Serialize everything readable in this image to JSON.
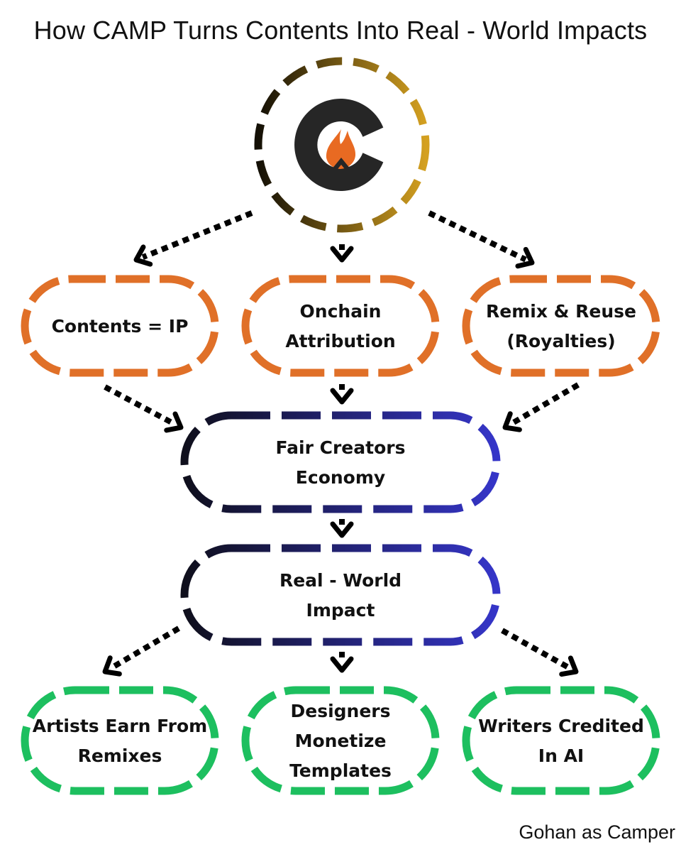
{
  "title": "How CAMP Turns Contents Into Real - World Impacts",
  "credit": "Gohan as Camper",
  "logo": {
    "icon": "camp-flame-c-logo"
  },
  "colors": {
    "orange": "#E07028",
    "green": "#1DBF5F",
    "navy_dark": "#0F0F1C",
    "navy_light": "#3535C8",
    "gold_dark": "#141006",
    "gold_light": "#D4A020",
    "logo_dark": "#262626",
    "flame": "#E86A22",
    "arrow": "#000000"
  },
  "nodes": {
    "contents_ip": {
      "lines": [
        "Contents = IP"
      ]
    },
    "onchain_attribution": {
      "lines": [
        "Onchain",
        "Attribution"
      ]
    },
    "remix_reuse": {
      "lines": [
        "Remix & Reuse",
        "(Royalties)"
      ]
    },
    "fair_creators": {
      "lines": [
        "Fair Creators",
        "Economy"
      ]
    },
    "real_world": {
      "lines": [
        "Real - World",
        "Impact"
      ]
    },
    "artists": {
      "lines": [
        "Artists Earn From",
        "Remixes"
      ]
    },
    "designers": {
      "lines": [
        "Designers",
        "Monetize",
        "Templates"
      ]
    },
    "writers": {
      "lines": [
        "Writers Credited",
        "In AI"
      ]
    }
  },
  "edges": [
    {
      "from": "camp",
      "to": "contents_ip"
    },
    {
      "from": "camp",
      "to": "onchain_attribution"
    },
    {
      "from": "camp",
      "to": "remix_reuse"
    },
    {
      "from": "contents_ip",
      "to": "fair_creators"
    },
    {
      "from": "onchain_attribution",
      "to": "fair_creators"
    },
    {
      "from": "remix_reuse",
      "to": "fair_creators"
    },
    {
      "from": "fair_creators",
      "to": "real_world"
    },
    {
      "from": "real_world",
      "to": "artists"
    },
    {
      "from": "real_world",
      "to": "designers"
    },
    {
      "from": "real_world",
      "to": "writers"
    }
  ]
}
